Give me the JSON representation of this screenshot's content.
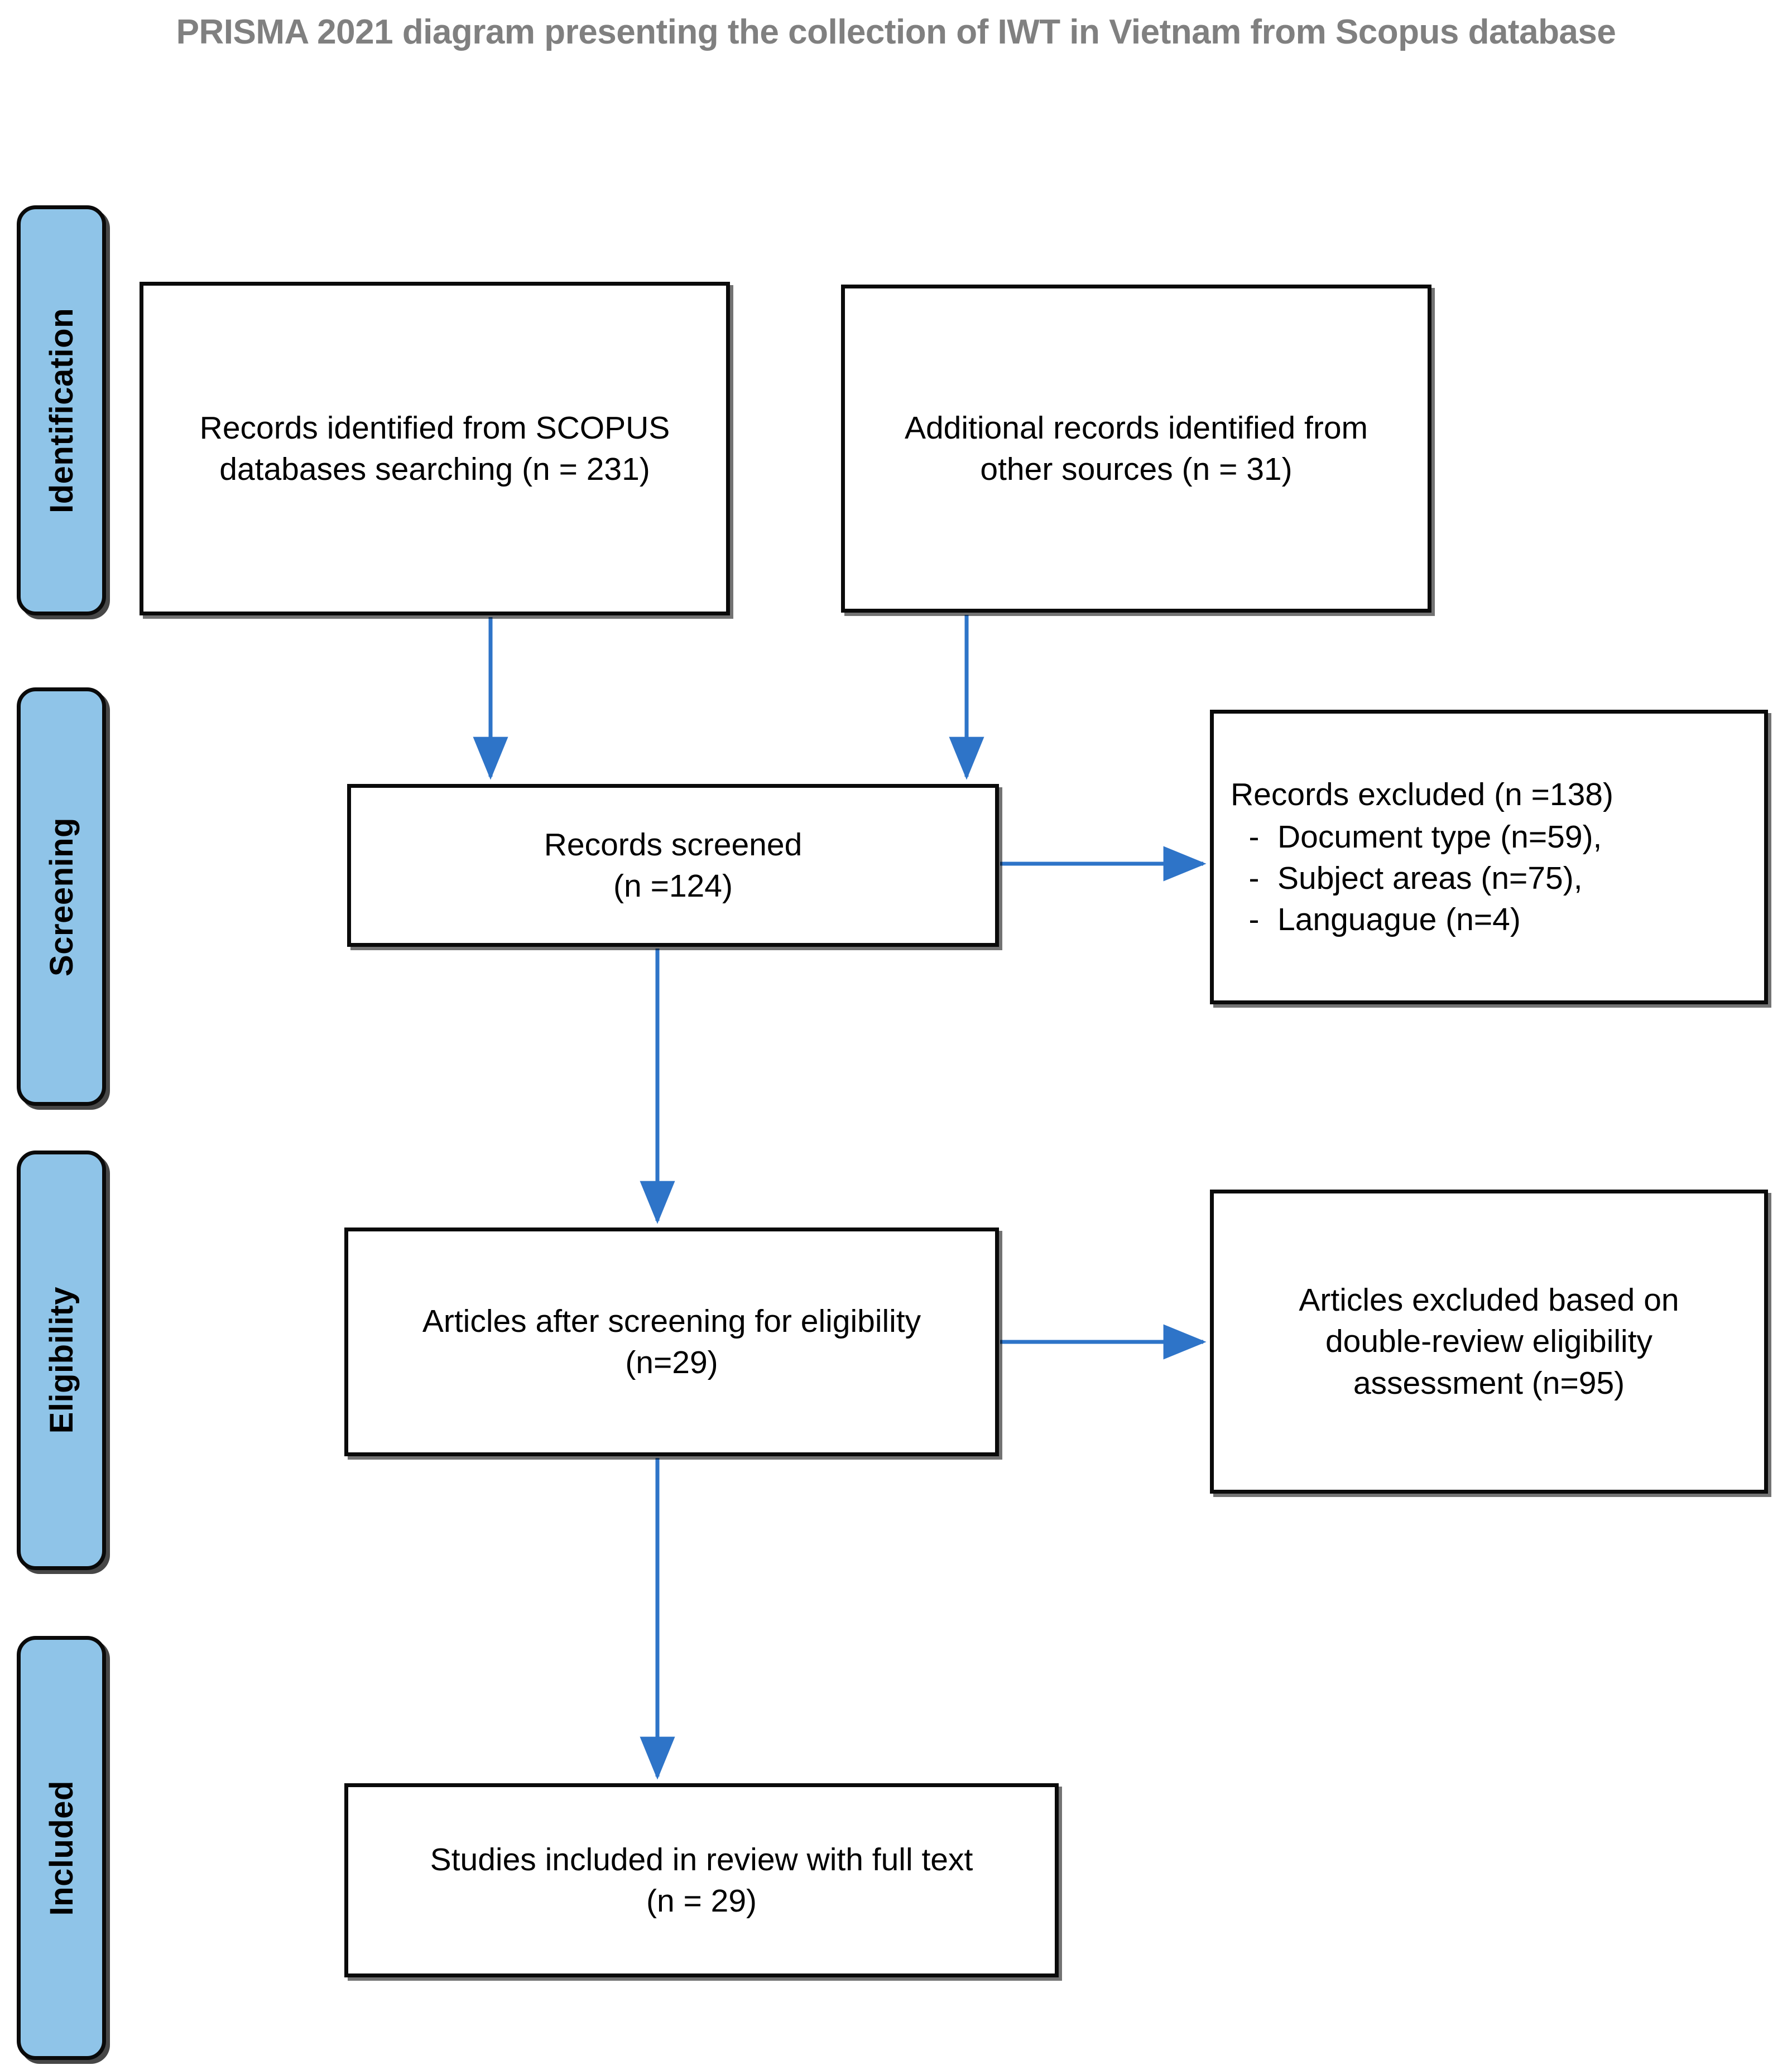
{
  "title": "PRISMA 2021 diagram presenting the collection of IWT in Vietnam from Scopus database",
  "colors": {
    "stage_tab_fill": "#8FC4E8",
    "stage_tab_border": "#0A0A0A",
    "box_border": "#0A0A0A",
    "arrow": "#2E74C8",
    "title_text": "#808080",
    "body_text": "#000000",
    "background": "#FFFFFF"
  },
  "stages": [
    {
      "id": "identification",
      "label": "Identification"
    },
    {
      "id": "screening",
      "label": "Screening"
    },
    {
      "id": "eligibility",
      "label": "Eligibility"
    },
    {
      "id": "included",
      "label": "Included"
    }
  ],
  "boxes": {
    "records_scopus": {
      "line1": "Records identified from SCOPUS",
      "line2": "databases searching (n = 231)"
    },
    "records_other": {
      "line1": "Additional records identified from",
      "line2": "other sources (n = 31)"
    },
    "records_screened": {
      "line1": "Records screened",
      "line2": "(n =124)"
    },
    "records_excluded": {
      "heading": "Records excluded (n =138)",
      "items": [
        {
          "bullet": "-",
          "label": "Document type (n=59),"
        },
        {
          "bullet": "-",
          "label": "Subject areas (n=75),"
        },
        {
          "bullet": "-",
          "label": "Languague (n=4)"
        }
      ]
    },
    "articles_eligible": {
      "line1": "Articles after screening for eligibility",
      "line2": "(n=29)"
    },
    "articles_excluded": {
      "line1": "Articles excluded based on",
      "line2": "double-review eligibility",
      "line3": "assessment (n=95)"
    },
    "studies_included": {
      "line1": "Studies included in review with full text",
      "line2": "(n = 29)"
    }
  },
  "chart_data": {
    "type": "diagram",
    "diagram_kind": "PRISMA 2021 flow diagram",
    "title": "PRISMA 2021 diagram presenting the collection of IWT in Vietnam from Scopus database",
    "nodes": [
      {
        "id": "records_scopus",
        "stage": "Identification",
        "text": "Records identified from SCOPUS databases searching (n = 231)",
        "n": 231
      },
      {
        "id": "records_other",
        "stage": "Identification",
        "text": "Additional records identified from other sources (n = 31)",
        "n": 31
      },
      {
        "id": "records_screened",
        "stage": "Screening",
        "text": "Records screened (n =124)",
        "n": 124
      },
      {
        "id": "records_excluded",
        "stage": "Screening",
        "text": "Records excluded (n =138)",
        "n": 138,
        "reasons": [
          {
            "reason": "Document type",
            "n": 59
          },
          {
            "reason": "Subject areas",
            "n": 75
          },
          {
            "reason": "Languague",
            "n": 4
          }
        ]
      },
      {
        "id": "articles_eligible",
        "stage": "Eligibility",
        "text": "Articles after screening for eligibility (n=29)",
        "n": 29
      },
      {
        "id": "articles_excluded",
        "stage": "Eligibility",
        "text": "Articles excluded based on double-review eligibility assessment (n=95)",
        "n": 95
      },
      {
        "id": "studies_included",
        "stage": "Included",
        "text": "Studies included in review with full text (n = 29)",
        "n": 29
      }
    ],
    "edges": [
      {
        "from": "records_scopus",
        "to": "records_screened",
        "direction": "down"
      },
      {
        "from": "records_other",
        "to": "records_screened",
        "direction": "down"
      },
      {
        "from": "records_screened",
        "to": "records_excluded",
        "direction": "right"
      },
      {
        "from": "records_screened",
        "to": "articles_eligible",
        "direction": "down"
      },
      {
        "from": "articles_eligible",
        "to": "articles_excluded",
        "direction": "right"
      },
      {
        "from": "articles_eligible",
        "to": "studies_included",
        "direction": "down"
      }
    ]
  }
}
